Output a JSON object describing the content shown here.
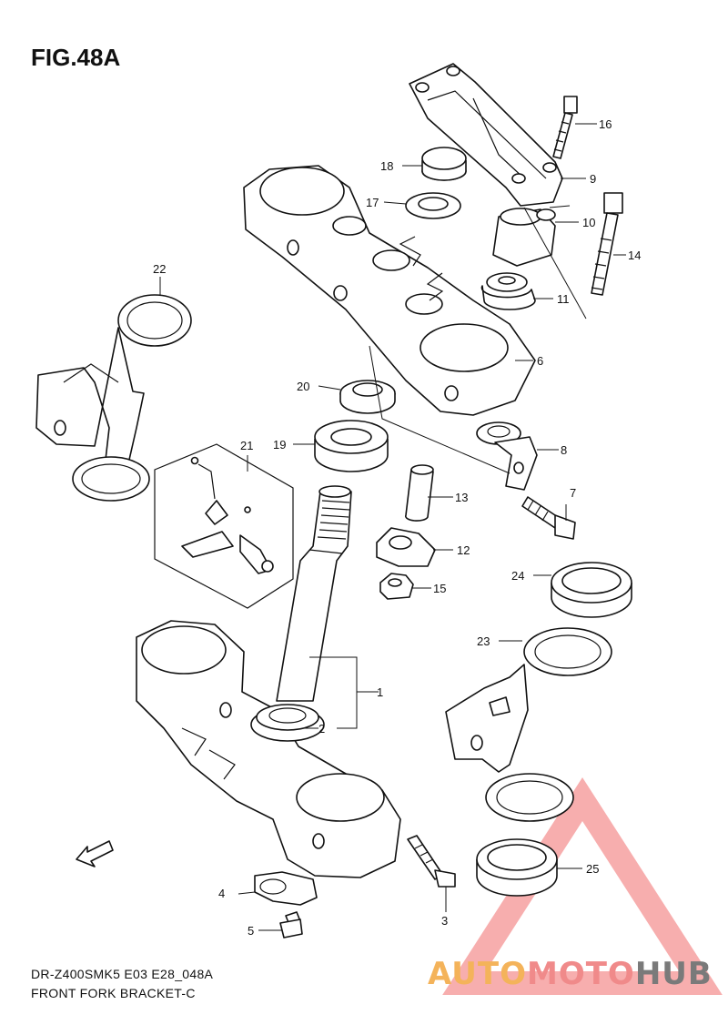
{
  "figure": {
    "title": "FIG.48A"
  },
  "footer": {
    "line1": "DR-Z400SMK5 E03 E28_048A",
    "line2": "FRONT FORK BRACKET-C"
  },
  "watermark": {
    "part1": "AUTO",
    "part2": "MOTO",
    "part3": "HUB",
    "colors": {
      "auto": "#f4b35a",
      "moto": "#f08a8a",
      "hub": "#7a7a7a",
      "triangle": "#f06b6b"
    }
  },
  "fwd_arrow": {
    "label": "FWD"
  },
  "callouts": [
    "1",
    "2",
    "3",
    "4",
    "5",
    "6",
    "7",
    "8",
    "9",
    "10",
    "11",
    "12",
    "13",
    "14",
    "15",
    "16",
    "17",
    "18",
    "19",
    "20",
    "21",
    "22",
    "23",
    "24",
    "25"
  ]
}
